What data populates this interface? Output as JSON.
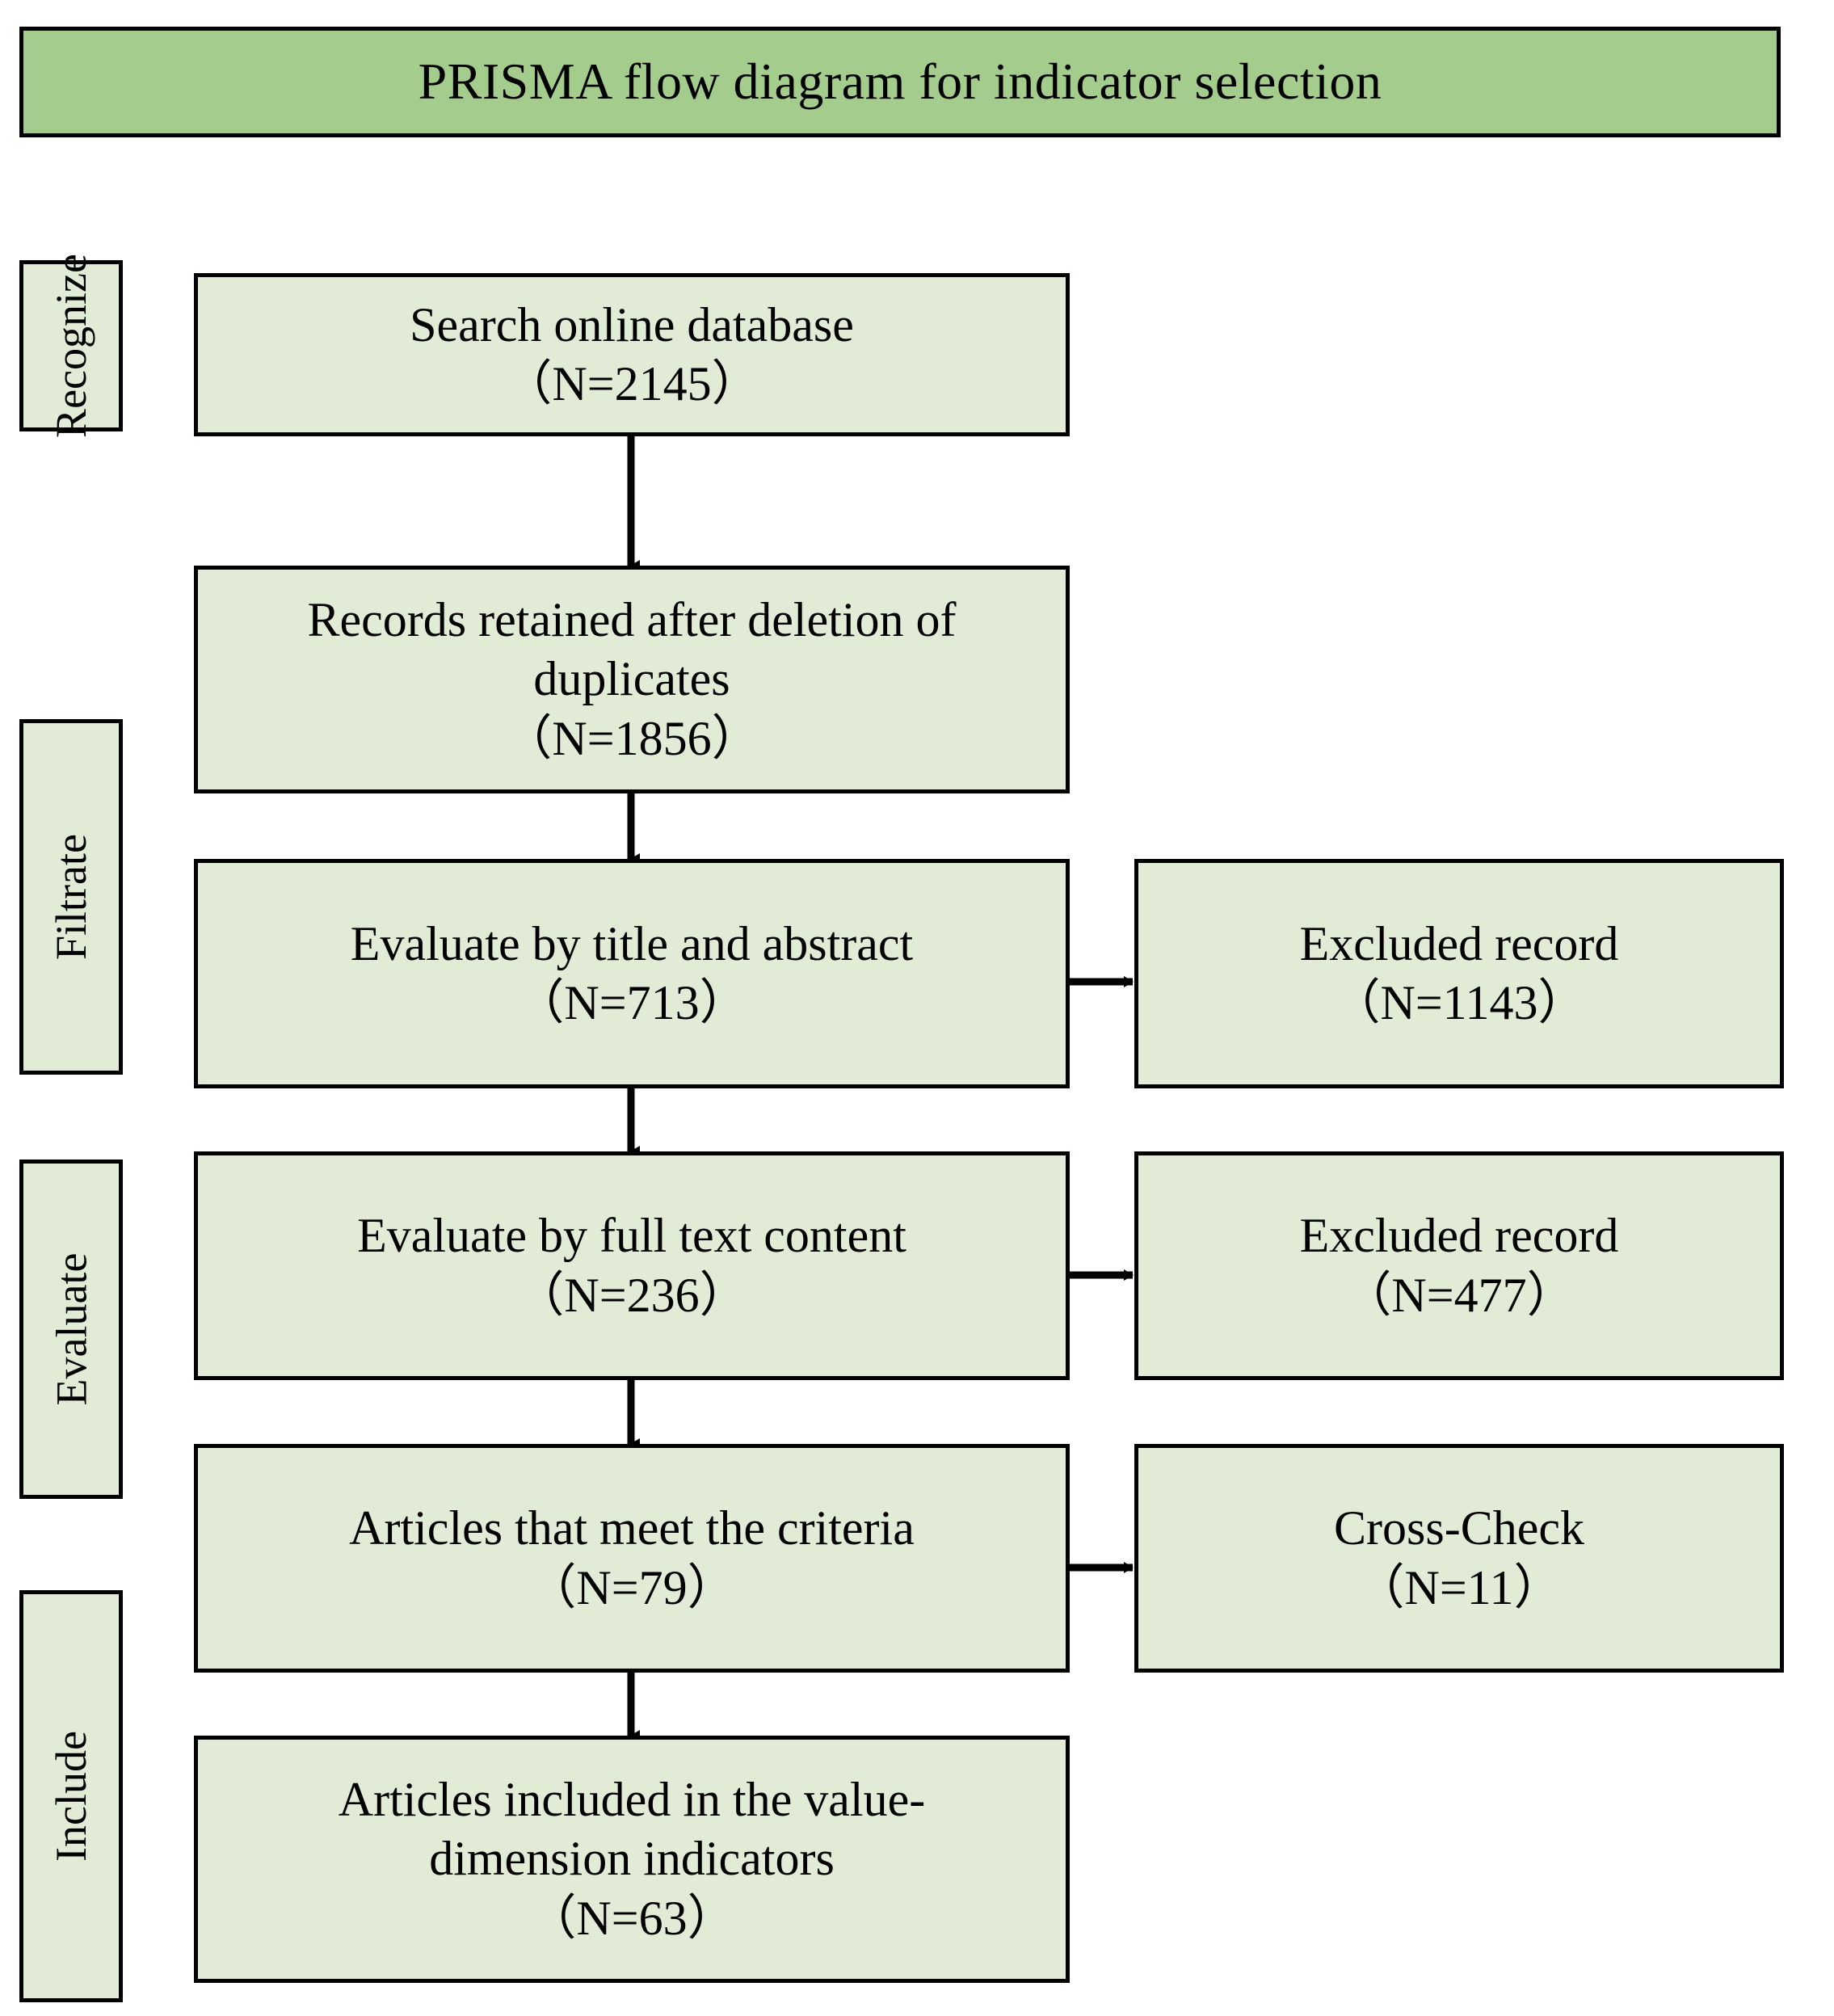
{
  "title": {
    "text": "PRISMA flow diagram for indicator selection",
    "banner_color": "#A4CC8D",
    "border_color": "#000000"
  },
  "colors": {
    "banner_green": "#A4CC8D",
    "box_green": "#E1EBD5",
    "outline": "#000000",
    "page_background": "#FFFFFF"
  },
  "stages": [
    {
      "label": "Recognize"
    },
    {
      "label": "Filtrate"
    },
    {
      "label": "Evaluate"
    },
    {
      "label": "Include"
    }
  ],
  "flow": {
    "main": [
      {
        "id": "search",
        "line1": "Search online database",
        "line2": "",
        "count": "（N=2145）",
        "n": 2145
      },
      {
        "id": "deduplicated",
        "line1": "Records retained after deletion of",
        "line2": "duplicates",
        "count": "（N=1856）",
        "n": 1856
      },
      {
        "id": "title-abstract",
        "line1": "Evaluate by title and abstract",
        "line2": "",
        "count": "（N=713）",
        "n": 713
      },
      {
        "id": "full-text",
        "line1": "Evaluate by full text content",
        "line2": "",
        "count": "（N=236）",
        "n": 236
      },
      {
        "id": "meet-criteria",
        "line1": "Articles that meet the criteria",
        "line2": "",
        "count": "（N=79）",
        "n": 79
      },
      {
        "id": "included",
        "line1": "Articles included in the value-",
        "line2": "dimension indicators",
        "count": "（N=63）",
        "n": 63
      }
    ],
    "side": [
      {
        "id": "excluded-title-abstract",
        "line1": "Excluded record",
        "count": "（N=1143）",
        "n": 1143
      },
      {
        "id": "excluded-full-text",
        "line1": "Excluded record",
        "count": "（N=477）",
        "n": 477
      },
      {
        "id": "cross-check",
        "line1": "Cross-Check",
        "count": "（N=11）",
        "n": 11
      }
    ]
  },
  "chart_data": {
    "type": "diagram",
    "diagram_type": "PRISMA flow diagram",
    "title": "PRISMA flow diagram for indicator selection",
    "stages": [
      "Recognize",
      "Filtrate",
      "Evaluate",
      "Include"
    ],
    "nodes": [
      {
        "id": "search",
        "label": "Search online database",
        "n": 2145,
        "stage": "Recognize",
        "column": "main"
      },
      {
        "id": "deduplicated",
        "label": "Records retained after deletion of duplicates",
        "n": 1856,
        "stage": "Recognize",
        "column": "main"
      },
      {
        "id": "title-abstract",
        "label": "Evaluate by title and abstract",
        "n": 713,
        "stage": "Filtrate",
        "column": "main"
      },
      {
        "id": "excluded-title-abstract",
        "label": "Excluded record",
        "n": 1143,
        "stage": "Filtrate",
        "column": "side"
      },
      {
        "id": "full-text",
        "label": "Evaluate by full text content",
        "n": 236,
        "stage": "Evaluate",
        "column": "main"
      },
      {
        "id": "excluded-full-text",
        "label": "Excluded record",
        "n": 477,
        "stage": "Evaluate",
        "column": "side"
      },
      {
        "id": "meet-criteria",
        "label": "Articles that meet the criteria",
        "n": 79,
        "stage": "Evaluate",
        "column": "main"
      },
      {
        "id": "cross-check",
        "label": "Cross-Check",
        "n": 11,
        "stage": "Evaluate",
        "column": "side"
      },
      {
        "id": "included",
        "label": "Articles included in the value-dimension indicators",
        "n": 63,
        "stage": "Include",
        "column": "main"
      }
    ],
    "edges": [
      {
        "from": "search",
        "to": "deduplicated",
        "direction": "down"
      },
      {
        "from": "deduplicated",
        "to": "title-abstract",
        "direction": "down"
      },
      {
        "from": "title-abstract",
        "to": "excluded-title-abstract",
        "direction": "right"
      },
      {
        "from": "title-abstract",
        "to": "full-text",
        "direction": "down"
      },
      {
        "from": "full-text",
        "to": "excluded-full-text",
        "direction": "right"
      },
      {
        "from": "full-text",
        "to": "meet-criteria",
        "direction": "down"
      },
      {
        "from": "meet-criteria",
        "to": "cross-check",
        "direction": "right"
      },
      {
        "from": "meet-criteria",
        "to": "included",
        "direction": "down"
      }
    ]
  }
}
